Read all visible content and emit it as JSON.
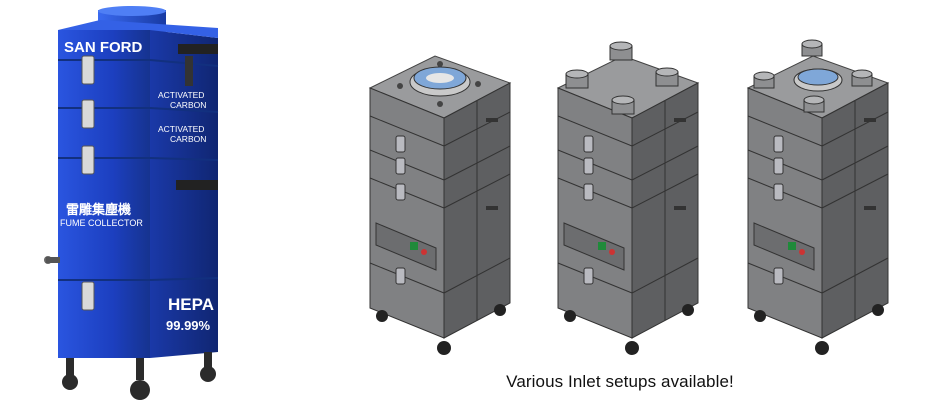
{
  "photo_unit": {
    "brand": "SAN FORD",
    "stage_labels": [
      {
        "line1": "ACTIVATED",
        "line2": "CARBON"
      },
      {
        "line1": "ACTIVATED",
        "line2": "CARBON"
      }
    ],
    "product_name_cn": "雷雕集塵機",
    "product_name_en": "FUME COLLECTOR",
    "filter_label": "HEPA",
    "filter_rating": "99.99%",
    "body_color": "#1c3fbf"
  },
  "render_units": {
    "body_color": "#6d6e70",
    "variants": [
      "single-center-inlet",
      "four-corner-inlets",
      "center-plus-four-inlets"
    ]
  },
  "caption": "Various Inlet setups available!"
}
